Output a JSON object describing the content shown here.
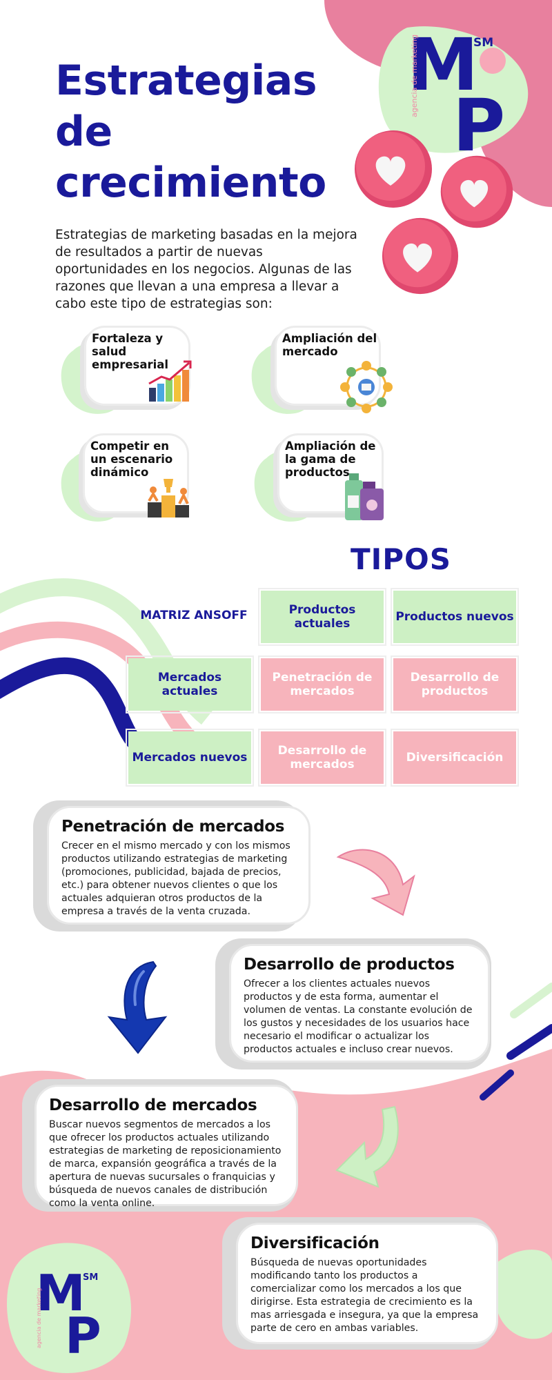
{
  "header": {
    "title_lines": [
      "Estrategias",
      "de",
      "crecimiento"
    ],
    "intro": "Estrategias de marketing basadas en la mejora de resultados a partir de nuevas oportunidades en los negocios. Algunas de las razones que llevan a una empresa a llevar a cabo este tipo de estrategias son:"
  },
  "logo": {
    "letter_top": "M",
    "letter_bottom": "P",
    "mark": "SM",
    "vertical_text": "agencia de marketing"
  },
  "reasons": [
    {
      "label": "Fortaleza y salud empresarial",
      "icon": "growth-chart-icon"
    },
    {
      "label": "Ampliación del mercado",
      "icon": "audience-network-icon"
    },
    {
      "label": "Competir en un escenario dinámico",
      "icon": "podium-trophy-icon"
    },
    {
      "label": "Ampliación de la gama de productos",
      "icon": "product-bottles-icon"
    }
  ],
  "tipos": {
    "heading": "TIPOS",
    "matrix_label": "MATRIZ ANSOFF",
    "columns": [
      "Productos actuales",
      "Productos nuevos"
    ],
    "rows": [
      {
        "label": "Mercados actuales",
        "cells": [
          "Penetración de mercados",
          "Desarrollo de productos"
        ]
      },
      {
        "label": "Mercados nuevos",
        "cells": [
          "Desarrollo de mercados",
          "Diversificación"
        ]
      }
    ]
  },
  "strategies": [
    {
      "title": "Penetración de mercados",
      "text": "Crecer en el mismo mercado y con los mismos productos utilizando estrategias de marketing (promociones, publicidad, bajada de precios, etc.) para obtener nuevos clientes o que los actuales adquieran otros productos de la empresa a través de la venta cruzada."
    },
    {
      "title": "Desarrollo de productos",
      "text": "Ofrecer a los clientes actuales nuevos productos y de esta forma, aumentar el volumen de ventas. La constante evolución de los gustos y necesidades de los usuarios hace necesario el modificar o actualizar los productos actuales e incluso crear nuevos."
    },
    {
      "title": "Desarrollo de mercados",
      "text": "Buscar nuevos segmentos de mercados a los que ofrecer los productos actuales utilizando estrategias de marketing de reposicionamiento de marca, expansión geográfica a través de la apertura de nuevas sucursales o franquicias y búsqueda de nuevos canales de distribución como la venta online."
    },
    {
      "title": "Diversificación",
      "text": "Búsqueda de nuevas oportunidades modificando tanto los productos a comercializar como los mercados a los que dirigirse. Esta estrategia de crecimiento es la mas arriesgada e insegura, ya que la empresa parte de cero en ambas variables."
    }
  ],
  "colors": {
    "navy": "#1a1a9a",
    "pink": "#f7b4bc",
    "deep_pink": "#e87a9a",
    "green": "#cdf0c4"
  }
}
